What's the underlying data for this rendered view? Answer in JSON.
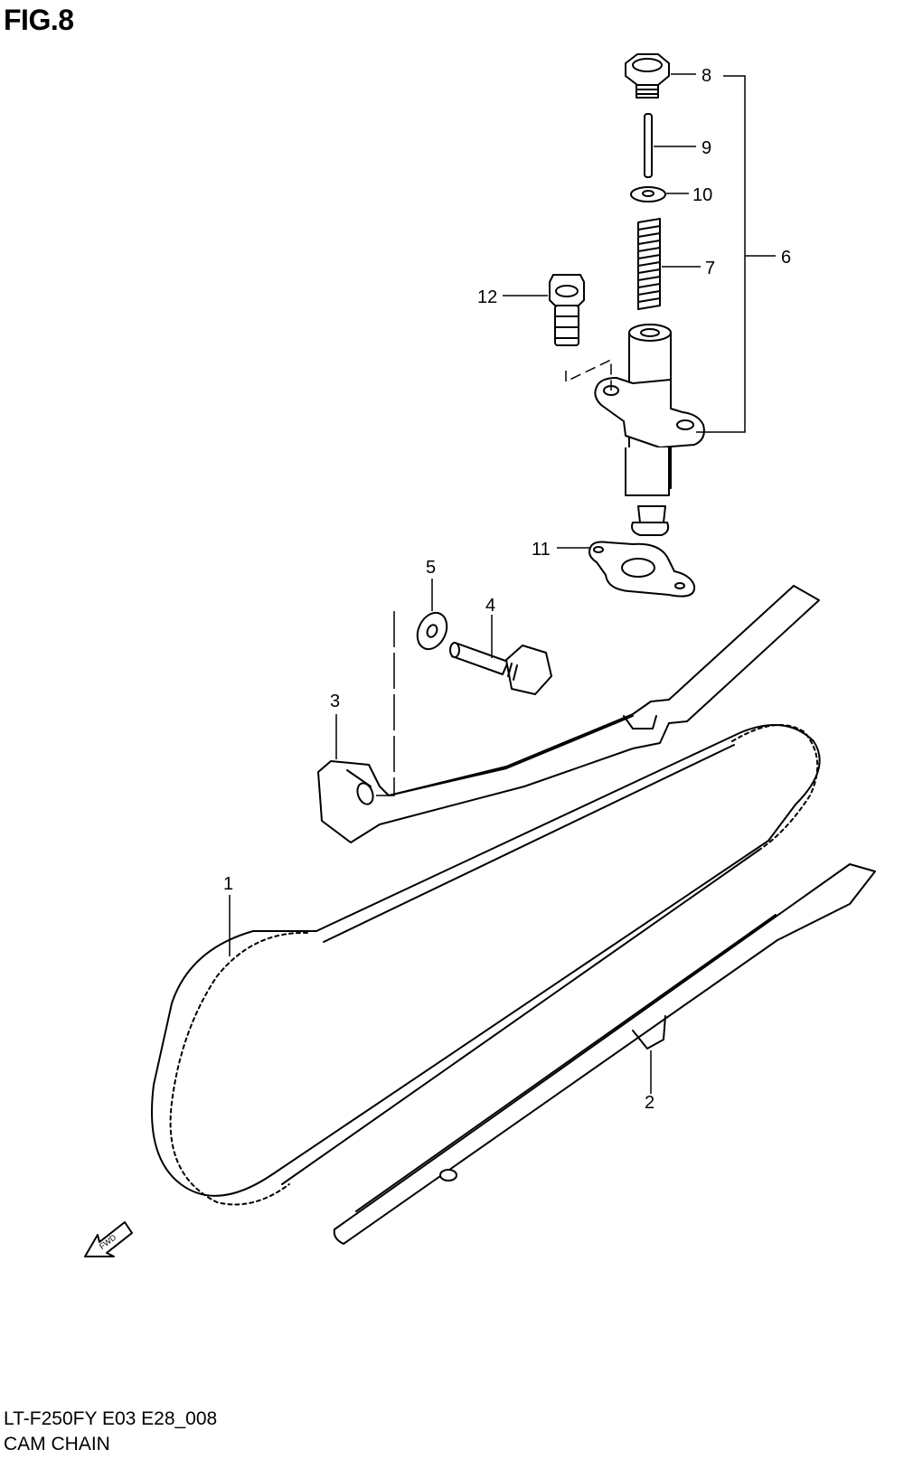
{
  "figure": {
    "title": "FIG.8"
  },
  "callouts": {
    "c1": "1",
    "c2": "2",
    "c3": "3",
    "c4": "4",
    "c5": "5",
    "c6": "6",
    "c7": "7",
    "c8": "8",
    "c9": "9",
    "c10": "10",
    "c11": "11",
    "c12": "12"
  },
  "direction_arrow": {
    "label": "FWD"
  },
  "footer": {
    "model_code": "LT-F250FY E03 E28_008",
    "section_name": "CAM CHAIN"
  }
}
